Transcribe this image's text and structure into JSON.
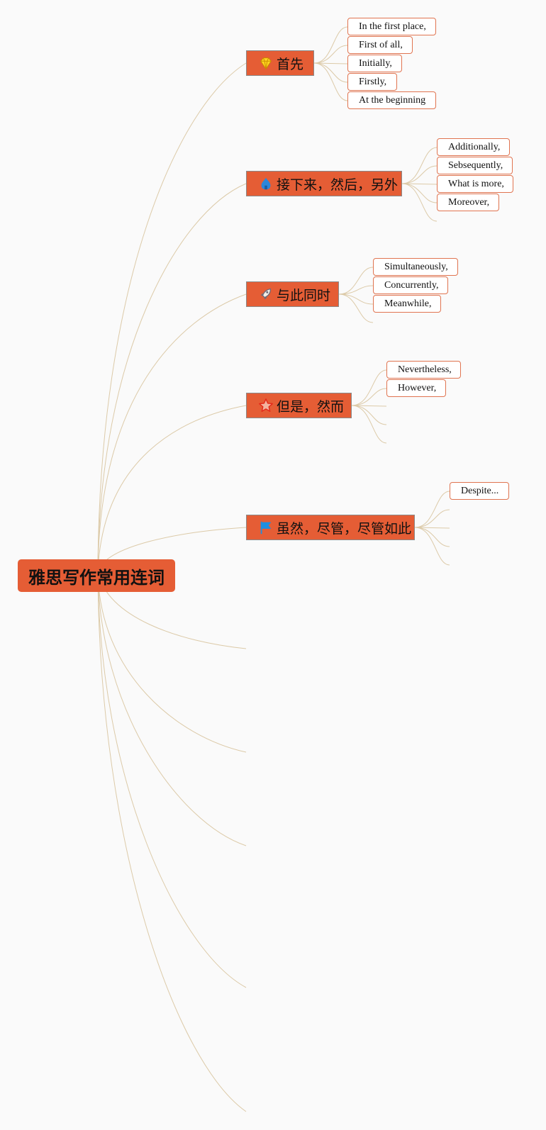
{
  "root": {
    "label": "雅思写作常用连词"
  },
  "branches": [
    {
      "label": "首先",
      "icon": "diamond-icon",
      "leaves": [
        "In the first place,",
        "First of all,",
        "Initially,",
        "Firstly,",
        "At the beginning"
      ]
    },
    {
      "label": "接下来，然后，另外",
      "icon": "home-icon",
      "leaves": [
        "Additionally,",
        "Sebsequently,",
        "What is more,",
        "Moreover,"
      ]
    },
    {
      "label": "与此同时",
      "icon": "rocket-icon",
      "leaves": [
        "Simultaneously,",
        "Concurrently,",
        "Meanwhile,"
      ]
    },
    {
      "label": "但是，然而",
      "icon": "star-icon",
      "leaves": [
        "Nevertheless,",
        "However,"
      ]
    },
    {
      "label": "虽然，尽管，尽管如此",
      "icon": "flag-icon",
      "leaves": [
        "Despite..."
      ]
    }
  ],
  "colors": {
    "node_fill": "#e55d35",
    "leaf_border": "#e07450",
    "connector": "#dccaa8",
    "background": "#fafafa"
  }
}
